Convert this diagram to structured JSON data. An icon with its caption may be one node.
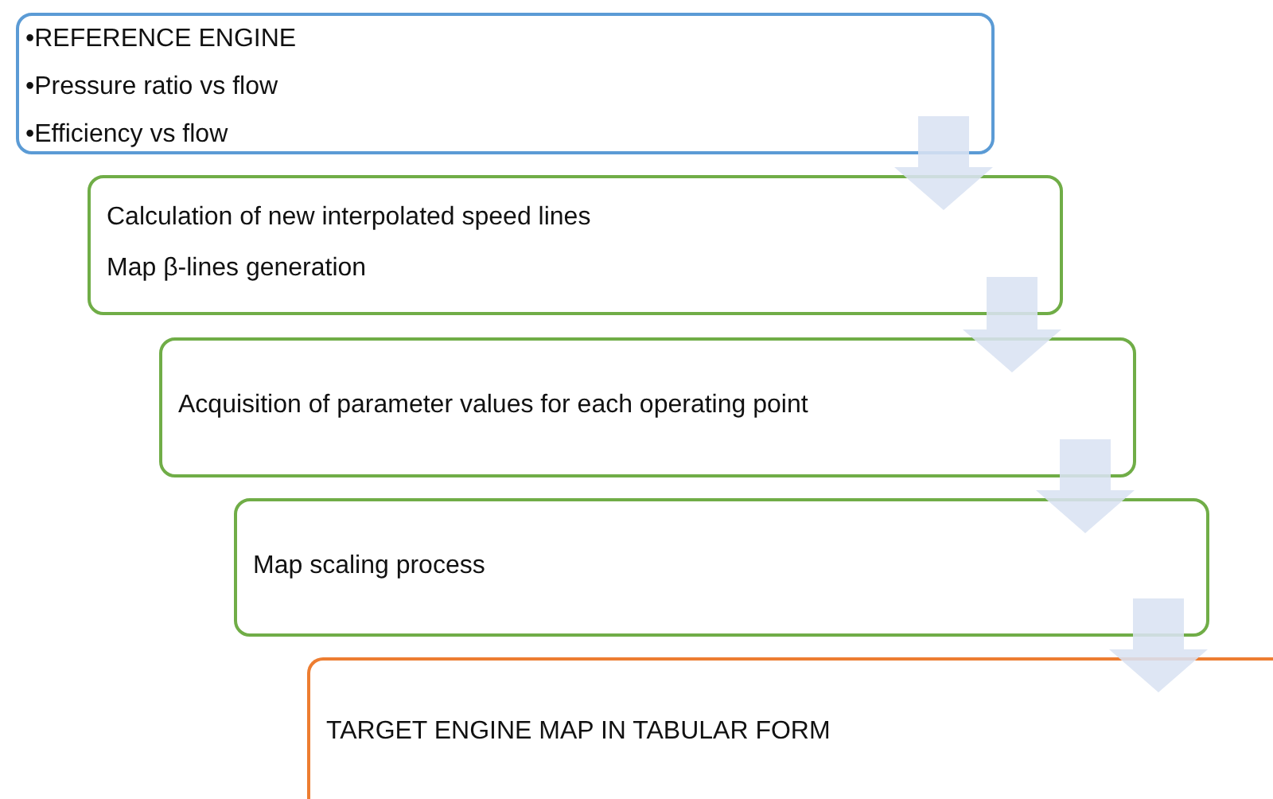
{
  "diagram": {
    "nodes": [
      {
        "text": [
          "•REFERENCE ENGINE",
          "•Pressure ratio vs flow",
          "•Efficiency vs flow"
        ]
      },
      {
        "text": [
          "Calculation of new interpolated speed lines",
          "Map β-lines generation"
        ]
      },
      {
        "text": [
          "Acquisition of parameter values for each operating point"
        ]
      },
      {
        "text": [
          "Map scaling process"
        ]
      },
      {
        "text": [
          "TARGET ENGINE MAP IN TABULAR FORM"
        ]
      }
    ],
    "edges": [
      {
        "from": 0,
        "to": 1,
        "arrow": "to"
      },
      {
        "from": 1,
        "to": 2,
        "arrow": "to"
      },
      {
        "from": 2,
        "to": 3,
        "arrow": "to"
      },
      {
        "from": 3,
        "to": 4,
        "arrow": "to"
      }
    ]
  }
}
